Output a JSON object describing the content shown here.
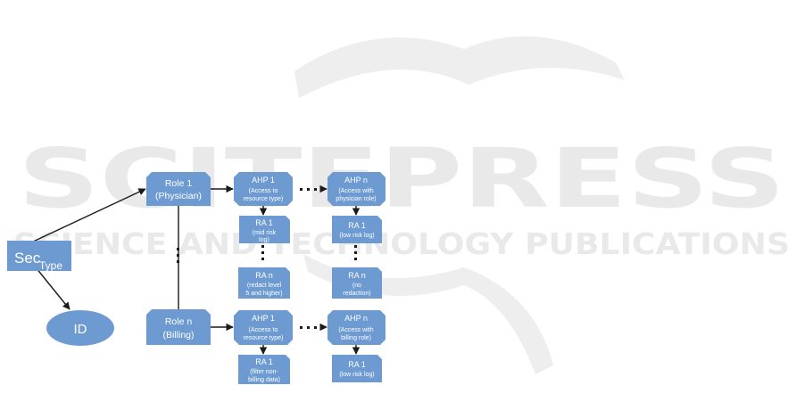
{
  "watermark": {
    "big": "SCITEPRESS",
    "small": "SCIENCE AND TECHNOLOGY PUBLICATIONS"
  },
  "nodes": {
    "sec": {
      "main": "Sec",
      "sub": "Type"
    },
    "id": {
      "label": "ID"
    },
    "role1": {
      "line1": "Role 1",
      "line2": "(Physician)"
    },
    "rolen": {
      "line1": "Role n",
      "line2": "(Billing)"
    },
    "ahp1_top": {
      "title": "AHP 1",
      "l1": "(Access to",
      "l2": "resource type)"
    },
    "ahpn_top": {
      "title": "AHP n",
      "l1": "(Access with",
      "l2": "physician role)"
    },
    "ra1_top_left": {
      "title": "RA 1",
      "l1": "(mid risk",
      "l2": "log)"
    },
    "ran_top_left": {
      "title": "RA n",
      "l1": "(redact level",
      "l2": "5 and higher)"
    },
    "ra1_top_right": {
      "title": "RA 1",
      "l1": "(low risk log)",
      "l2": ""
    },
    "ran_top_right": {
      "title": "RA n",
      "l1": "(no",
      "l2": "redaction)"
    },
    "ahp1_bot": {
      "title": "AHP 1",
      "l1": "(Access to",
      "l2": "resource type)"
    },
    "ahpn_bot": {
      "title": "AHP n",
      "l1": "(Access with",
      "l2": "billing role)"
    },
    "ra1_bot_left": {
      "title": "RA 1",
      "l1": "(filter non-",
      "l2": "billing data)"
    },
    "ra1_bot_right": {
      "title": "RA 1",
      "l1": "(low risk log)",
      "l2": ""
    }
  },
  "colors": {
    "node": "#6d9bd1",
    "edge": "#1a1a1a",
    "watermark": "#e9e9e9"
  }
}
